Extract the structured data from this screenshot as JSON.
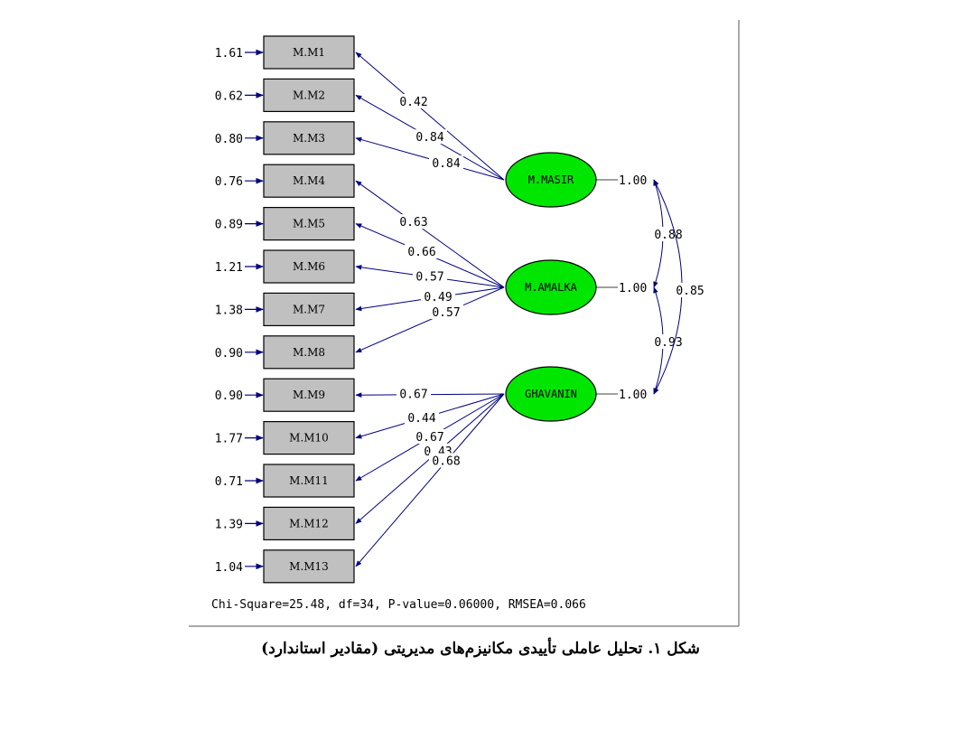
{
  "observed": [
    {
      "id": "M.M1",
      "error": "1.61"
    },
    {
      "id": "M.M2",
      "error": "0.62"
    },
    {
      "id": "M.M3",
      "error": "0.80"
    },
    {
      "id": "M.M4",
      "error": "0.76"
    },
    {
      "id": "M.M5",
      "error": "0.89"
    },
    {
      "id": "M.M6",
      "error": "1.21"
    },
    {
      "id": "M.M7",
      "error": "1.38"
    },
    {
      "id": "M.M8",
      "error": "0.90"
    },
    {
      "id": "M.M9",
      "error": "0.90"
    },
    {
      "id": "M.M10",
      "error": "1.77"
    },
    {
      "id": "M.M11",
      "error": "0.71"
    },
    {
      "id": "M.M12",
      "error": "1.39"
    },
    {
      "id": "M.M13",
      "error": "1.04"
    }
  ],
  "latents": [
    {
      "id": "M.MASIR",
      "variance": "1.00",
      "items": [
        0,
        1,
        2
      ],
      "loadings": [
        "0.42",
        "0.84",
        "0.84"
      ]
    },
    {
      "id": "M.AMALKA",
      "variance": "1.00",
      "items": [
        3,
        4,
        5,
        6,
        7
      ],
      "loadings": [
        "0.63",
        "0.66",
        "0.57",
        "0.49",
        "0.57"
      ]
    },
    {
      "id": "GHAVANIN",
      "variance": "1.00",
      "items": [
        8,
        9,
        10,
        11,
        12
      ],
      "loadings": [
        "0.67",
        "0.44",
        "0.67",
        "0.43",
        "0.68"
      ]
    }
  ],
  "covariances": [
    {
      "between": [
        0,
        1
      ],
      "value": "0.88"
    },
    {
      "between": [
        1,
        2
      ],
      "value": "0.93"
    },
    {
      "between": [
        0,
        2
      ],
      "value": "0.85"
    }
  ],
  "fit": "Chi-Square=25.48, df=34, P-value=0.06000, RMSEA=0.066",
  "caption": "شکل ۱. تحلیل عاملی تأییدی مکانیزم‌های مدیریتی (مقادیر استاندارد)"
}
